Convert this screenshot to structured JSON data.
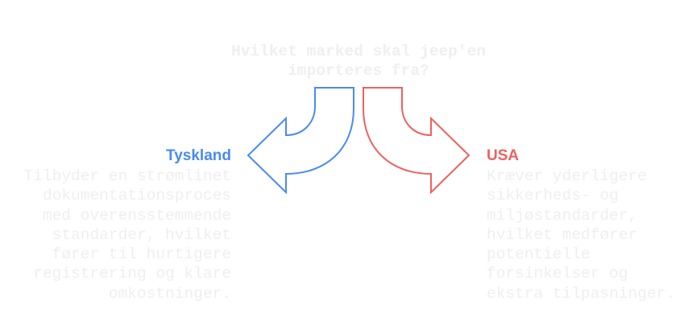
{
  "title": "Hvilket marked skal jeep'en\nimporteres fra?",
  "left": {
    "heading": "Tyskland",
    "description": "Tilbyder en strømlinet\ndokumentationsproces\nmed overensstemmende\nstandarder, hvilket\nfører til hurtigere\nregistrering og klare\nomkostninger.",
    "color": "#4a8af4"
  },
  "right": {
    "heading": "USA",
    "description": "Kræver yderligere\nsikkerheds- og\nmiljøstandarder,\nhvilket medfører\npotentielle\nforsinkelser og\nekstra tilpasninger.",
    "color": "#f06060"
  }
}
